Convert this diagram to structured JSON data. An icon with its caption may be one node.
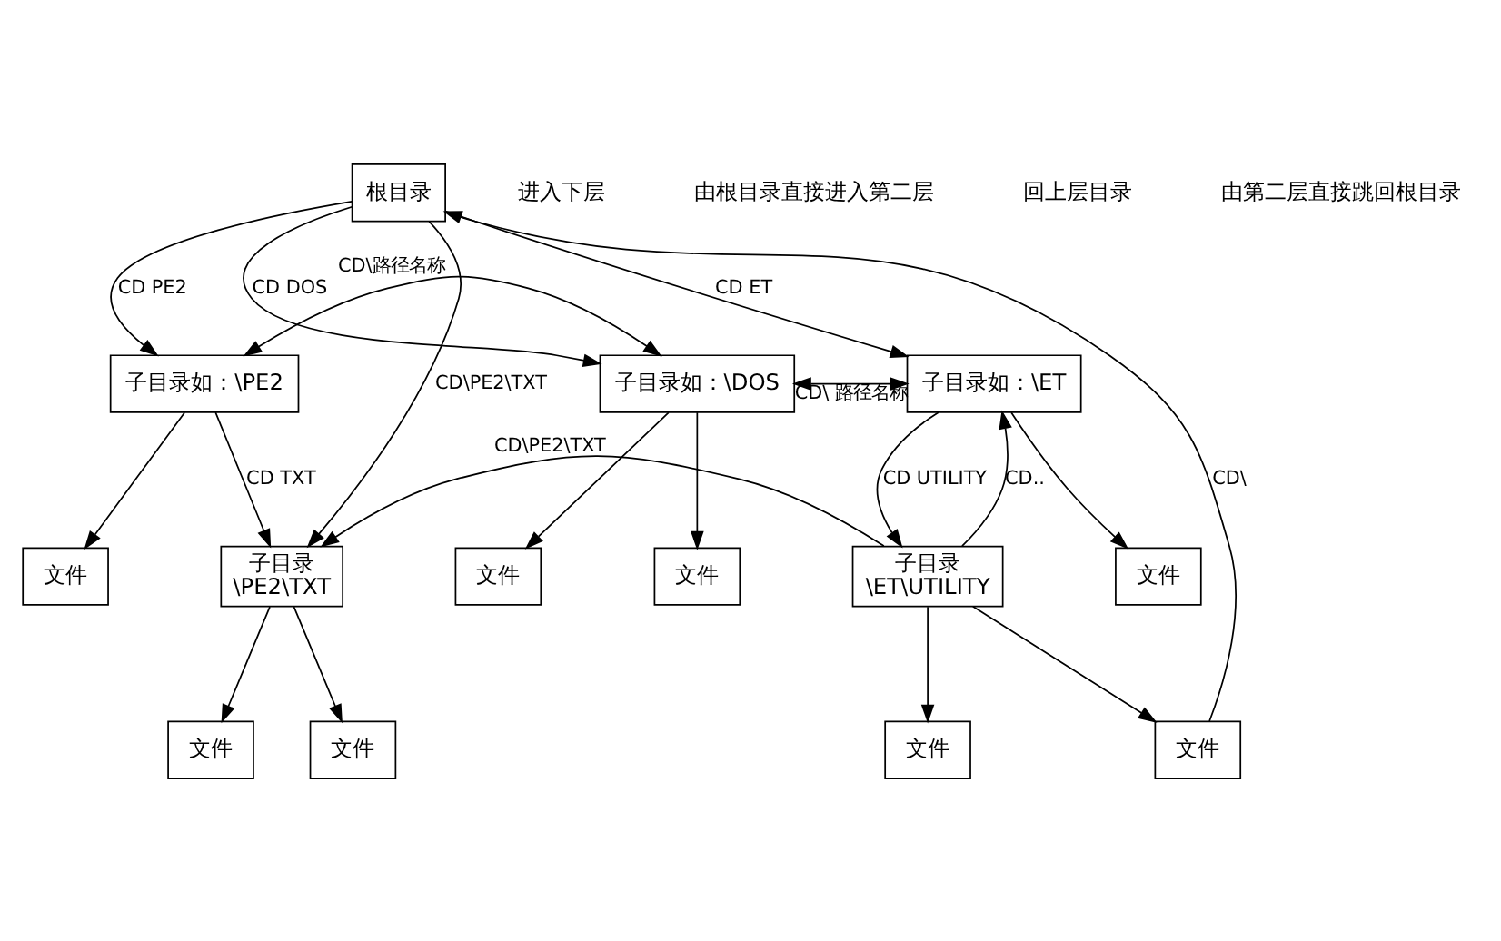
{
  "diagram": {
    "nodes": [
      {
        "text": [
          "根目录"
        ]
      },
      {
        "text": [
          "子目录如：\\PE2"
        ]
      },
      {
        "text": [
          "子目录如：\\DOS"
        ]
      },
      {
        "text": [
          "子目录如：\\ET"
        ]
      },
      {
        "text": [
          "文件"
        ]
      },
      {
        "text": [
          "子目录",
          "\\PE2\\TXT"
        ]
      },
      {
        "text": [
          "文件"
        ]
      },
      {
        "text": [
          "文件"
        ]
      },
      {
        "text": [
          "子目录",
          "\\ET\\UTILITY"
        ]
      },
      {
        "text": [
          "文件"
        ]
      },
      {
        "text": [
          "文件"
        ]
      },
      {
        "text": [
          "文件"
        ]
      },
      {
        "text": [
          "文件"
        ]
      },
      {
        "text": [
          "文件"
        ]
      }
    ],
    "edges": [
      {
        "from": 0,
        "to": 1,
        "arrow": "to",
        "label": "CD PE2"
      },
      {
        "from": 0,
        "to": 2,
        "arrow": "to",
        "label": "CD DOS"
      },
      {
        "from": 0,
        "to": 3,
        "arrow": "to",
        "label": "CD ET"
      },
      {
        "from": 1,
        "to": 2,
        "arrow": "both",
        "label": "CD\\路径名称"
      },
      {
        "from": 2,
        "to": 3,
        "arrow": "both",
        "label": "CD\\ 路径名称"
      },
      {
        "from": 1,
        "to": 4,
        "arrow": "to"
      },
      {
        "from": 1,
        "to": 5,
        "arrow": "to",
        "label": "CD TXT"
      },
      {
        "from": 2,
        "to": 6,
        "arrow": "to"
      },
      {
        "from": 2,
        "to": 7,
        "arrow": "to"
      },
      {
        "from": 3,
        "to": 8,
        "arrow": "to",
        "label": "CD UTILITY"
      },
      {
        "from": 3,
        "to": 9,
        "arrow": "to"
      },
      {
        "from": 5,
        "to": 10,
        "arrow": "to"
      },
      {
        "from": 5,
        "to": 11,
        "arrow": "to"
      },
      {
        "from": 8,
        "to": 12,
        "arrow": "to"
      },
      {
        "from": 8,
        "to": 13,
        "arrow": "to"
      },
      {
        "from": 0,
        "to": 5,
        "arrow": "to",
        "label": "CD\\PE2\\TXT"
      },
      {
        "from": 8,
        "to": 5,
        "arrow": "to",
        "label": "CD\\PE2\\TXT"
      },
      {
        "from": 8,
        "to": 3,
        "arrow": "to",
        "label": "CD.."
      },
      {
        "from": 13,
        "to": 0,
        "arrow": "to",
        "label": "CD\\"
      }
    ],
    "labels": [
      "进入下层",
      "由根目录直接进入第二层",
      "回上层目录",
      "由第二层直接跳回根目录"
    ]
  }
}
